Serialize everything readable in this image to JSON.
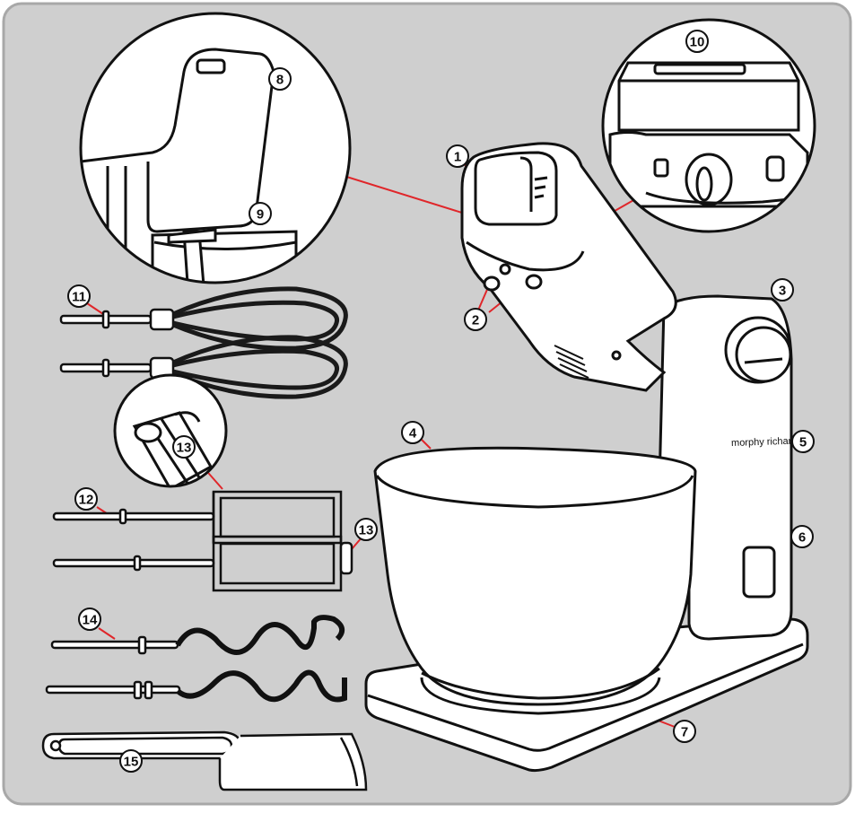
{
  "colors": {
    "panel_bg": "#cfcfcf",
    "panel_border": "#a8a8a8",
    "line": "#111111",
    "fill": "#ffffff",
    "leader": "#e0262a",
    "whisk_wire": "#1a1a1a"
  },
  "brand_text": "morphy richards",
  "callouts": [
    {
      "id": "1",
      "label": "1"
    },
    {
      "id": "2",
      "label": "2"
    },
    {
      "id": "3",
      "label": "3"
    },
    {
      "id": "4",
      "label": "4"
    },
    {
      "id": "5",
      "label": "5"
    },
    {
      "id": "6",
      "label": "6"
    },
    {
      "id": "7",
      "label": "7"
    },
    {
      "id": "8",
      "label": "8"
    },
    {
      "id": "9",
      "label": "9"
    },
    {
      "id": "10",
      "label": "10"
    },
    {
      "id": "11",
      "label": "11"
    },
    {
      "id": "12",
      "label": "12"
    },
    {
      "id": "13a",
      "label": "13"
    },
    {
      "id": "13b",
      "label": "13"
    },
    {
      "id": "14",
      "label": "14"
    },
    {
      "id": "15",
      "label": "15"
    }
  ]
}
